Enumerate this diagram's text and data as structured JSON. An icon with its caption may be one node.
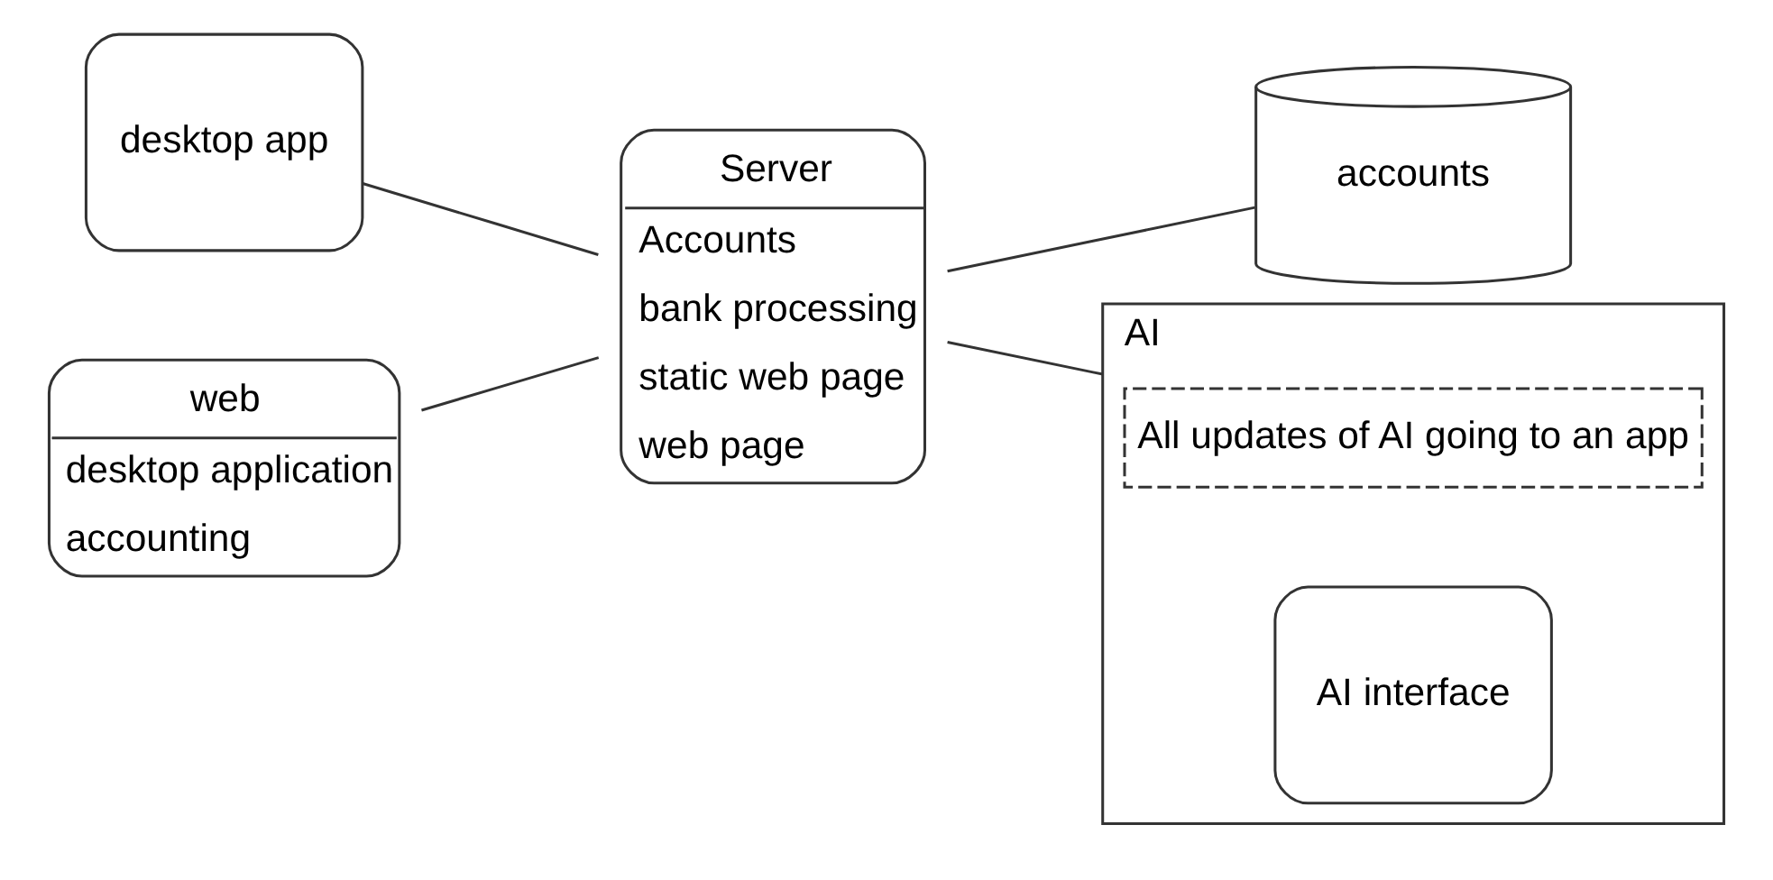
{
  "diagram": {
    "nodes": [
      {
        "text": [
          "desktop app"
        ]
      },
      {
        "text": [
          "Server",
          "Accounts",
          "bank processing",
          "static web page",
          "web page"
        ]
      },
      {
        "text": [
          "accounts"
        ]
      },
      {
        "text": [
          "web",
          "desktop application",
          "accounting"
        ]
      },
      {
        "text": [
          "AI"
        ]
      },
      {
        "text": [
          "All updates of AI going to an app"
        ],
        "in": 4
      },
      {
        "text": [
          "AI interface"
        ],
        "in": 4
      }
    ],
    "edges": [
      {
        "from": 0,
        "to": 1,
        "arrow": "none"
      },
      {
        "from": 1,
        "to": 2,
        "arrow": "none"
      },
      {
        "from": 1,
        "to": 4,
        "arrow": "none"
      },
      {
        "from": 3,
        "to": 1,
        "arrow": "none"
      }
    ]
  }
}
